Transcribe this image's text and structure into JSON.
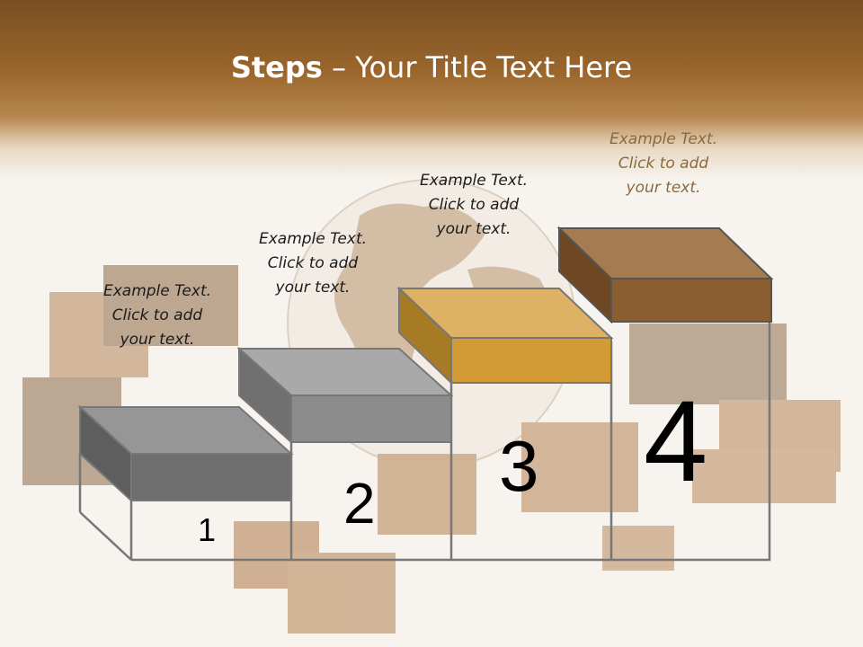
{
  "slide": {
    "title_bold": "Steps",
    "title_rest": " – Your Title Text Here"
  },
  "steps": [
    {
      "number": "1",
      "caption_line1": "Example Text.",
      "caption_line2": "Click  to add",
      "caption_line3": "your text.",
      "color": "#6e6e6e"
    },
    {
      "number": "2",
      "caption_line1": "Example Text.",
      "caption_line2": "Click  to add",
      "caption_line3": "your text.",
      "color": "#8c8c8c"
    },
    {
      "number": "3",
      "caption_line1": "Example Text.",
      "caption_line2": "Click  to add",
      "caption_line3": "your text.",
      "color": "#d29b36"
    },
    {
      "number": "4",
      "caption_line1": "Example Text.",
      "caption_line2": "Click  to add",
      "caption_line3": "your text.",
      "color": "#8b5e32"
    }
  ],
  "colors": {
    "header_brown": "#7a4e22",
    "box_brown": "#8b5e32",
    "box_gold": "#d29b36",
    "box_gray": "#8c8c8c"
  }
}
